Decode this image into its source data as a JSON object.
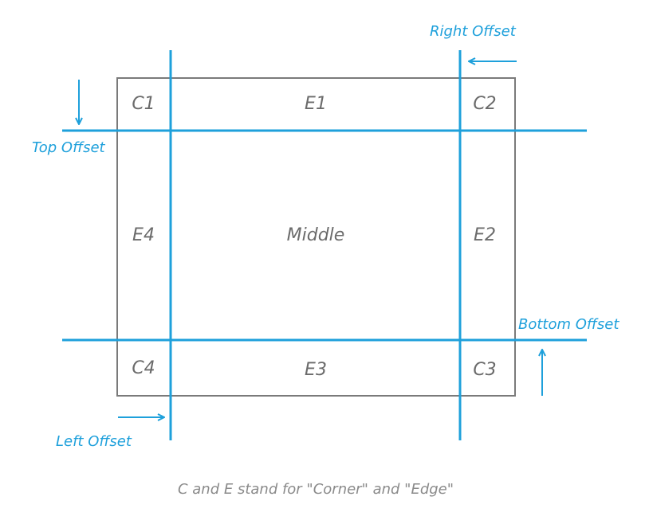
{
  "colors": {
    "slice_line": "#1ea0db",
    "frame": "#7a7a7a",
    "cell_text": "#6b6b6b",
    "caption_text": "#8a8a8a"
  },
  "cells": {
    "c1": "C1",
    "e1": "E1",
    "c2": "C2",
    "e4": "E4",
    "middle": "Middle",
    "e2": "E2",
    "c4": "C4",
    "e3": "E3",
    "c3": "C3"
  },
  "offsets": {
    "top": "Top Offset",
    "right": "Right Offset",
    "bottom": "Bottom Offset",
    "left": "Left Offset"
  },
  "caption": "C and E stand for \"Corner\" and \"Edge\""
}
